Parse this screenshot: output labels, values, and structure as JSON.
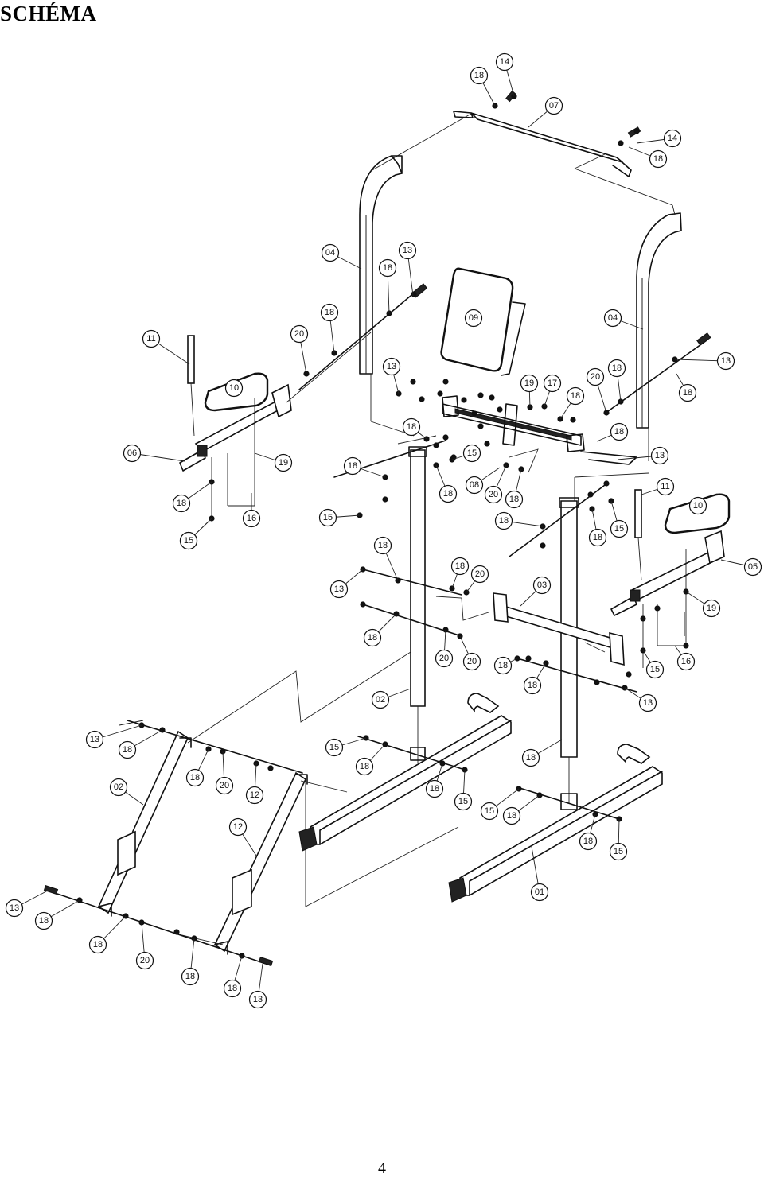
{
  "title": "SCHÉMA",
  "page_number": "4",
  "callouts": [
    {
      "id": "c1",
      "label": "18"
    },
    {
      "id": "c2",
      "label": "14"
    },
    {
      "id": "c3",
      "label": "07"
    },
    {
      "id": "c4",
      "label": "14"
    },
    {
      "id": "c5",
      "label": "18"
    },
    {
      "id": "c6",
      "label": "04"
    },
    {
      "id": "c7",
      "label": "18"
    },
    {
      "id": "c8",
      "label": "13"
    },
    {
      "id": "c9",
      "label": "09"
    },
    {
      "id": "c10",
      "label": "04"
    },
    {
      "id": "c11",
      "label": "11"
    },
    {
      "id": "c12",
      "label": "20"
    },
    {
      "id": "c13",
      "label": "18"
    },
    {
      "id": "c14",
      "label": "13"
    },
    {
      "id": "c15",
      "label": "19"
    },
    {
      "id": "c16",
      "label": "17"
    },
    {
      "id": "c17",
      "label": "20"
    },
    {
      "id": "c18",
      "label": "18"
    },
    {
      "id": "c19",
      "label": "13"
    },
    {
      "id": "c20",
      "label": "18"
    },
    {
      "id": "c21",
      "label": "18"
    },
    {
      "id": "c22",
      "label": "10"
    },
    {
      "id": "c23",
      "label": "18"
    },
    {
      "id": "c24",
      "label": "18"
    },
    {
      "id": "c25",
      "label": "06"
    },
    {
      "id": "c26",
      "label": "19"
    },
    {
      "id": "c27",
      "label": "15"
    },
    {
      "id": "c28",
      "label": "13"
    },
    {
      "id": "c29",
      "label": "18"
    },
    {
      "id": "c30",
      "label": "16"
    },
    {
      "id": "c31",
      "label": "18"
    },
    {
      "id": "c32",
      "label": "15"
    },
    {
      "id": "c33",
      "label": "08"
    },
    {
      "id": "c34",
      "label": "20"
    },
    {
      "id": "c35",
      "label": "18"
    },
    {
      "id": "c36",
      "label": "11"
    },
    {
      "id": "c37",
      "label": "10"
    },
    {
      "id": "c38",
      "label": "15"
    },
    {
      "id": "c39",
      "label": "18"
    },
    {
      "id": "c40",
      "label": "18"
    },
    {
      "id": "c41",
      "label": "15"
    },
    {
      "id": "c42",
      "label": "15"
    },
    {
      "id": "c43",
      "label": "05"
    },
    {
      "id": "c44",
      "label": "18"
    },
    {
      "id": "c45",
      "label": "18"
    },
    {
      "id": "c46",
      "label": "20"
    },
    {
      "id": "c47",
      "label": "03"
    },
    {
      "id": "c48",
      "label": "13"
    },
    {
      "id": "c49",
      "label": "19"
    },
    {
      "id": "c50",
      "label": "18"
    },
    {
      "id": "c51",
      "label": "18"
    },
    {
      "id": "c52",
      "label": "20"
    },
    {
      "id": "c53",
      "label": "20"
    },
    {
      "id": "c54",
      "label": "15"
    },
    {
      "id": "c55",
      "label": "16"
    },
    {
      "id": "c56",
      "label": "18"
    },
    {
      "id": "c57",
      "label": "18"
    },
    {
      "id": "c58",
      "label": "13"
    },
    {
      "id": "c59",
      "label": "02"
    },
    {
      "id": "c60",
      "label": "13"
    },
    {
      "id": "c61",
      "label": "18"
    },
    {
      "id": "c62",
      "label": "15"
    },
    {
      "id": "c63",
      "label": "18"
    },
    {
      "id": "c64",
      "label": "18"
    },
    {
      "id": "c65",
      "label": "20"
    },
    {
      "id": "c66",
      "label": "18"
    },
    {
      "id": "c67",
      "label": "02"
    },
    {
      "id": "c68",
      "label": "12"
    },
    {
      "id": "c69",
      "label": "18"
    },
    {
      "id": "c70",
      "label": "15"
    },
    {
      "id": "c71",
      "label": "15"
    },
    {
      "id": "c72",
      "label": "18"
    },
    {
      "id": "c73",
      "label": "12"
    },
    {
      "id": "c74",
      "label": "18"
    },
    {
      "id": "c75",
      "label": "15"
    },
    {
      "id": "c76",
      "label": "01"
    },
    {
      "id": "c77",
      "label": "13"
    },
    {
      "id": "c78",
      "label": "18"
    },
    {
      "id": "c79",
      "label": "18"
    },
    {
      "id": "c80",
      "label": "20"
    },
    {
      "id": "c81",
      "label": "18"
    },
    {
      "id": "c82",
      "label": "18"
    },
    {
      "id": "c83",
      "label": "13"
    }
  ]
}
